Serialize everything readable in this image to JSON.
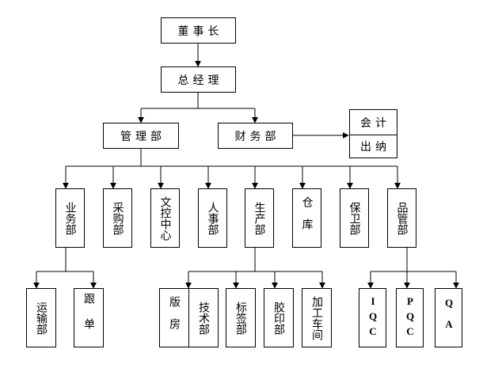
{
  "nodes": {
    "chairman": "董事长",
    "general_manager": "总经理",
    "management_dept": "管理部",
    "finance_dept": "财务部",
    "accounting": "会计",
    "cashier": "出纳",
    "business_dept": "业务部",
    "purchasing_dept": "采购部",
    "document_control_center": "文控中心",
    "hr_dept": "人事部",
    "production_dept": "生产部",
    "warehouse": "仓库",
    "security_dept": "保卫部",
    "quality_dept": "品管部",
    "transport_dept": "运输部",
    "order_follow_up": "跟单",
    "plate_room": "版房",
    "technical_dept": "技术部",
    "label_dept": "标签部",
    "rubber_print_dept": "胶印部",
    "processing_workshop": "加工车间",
    "iqc": "IQC",
    "pqc": "PQC",
    "qa": "QA"
  },
  "colors": {
    "line": "#000000",
    "box_border": "#000000",
    "background": "#ffffff"
  }
}
